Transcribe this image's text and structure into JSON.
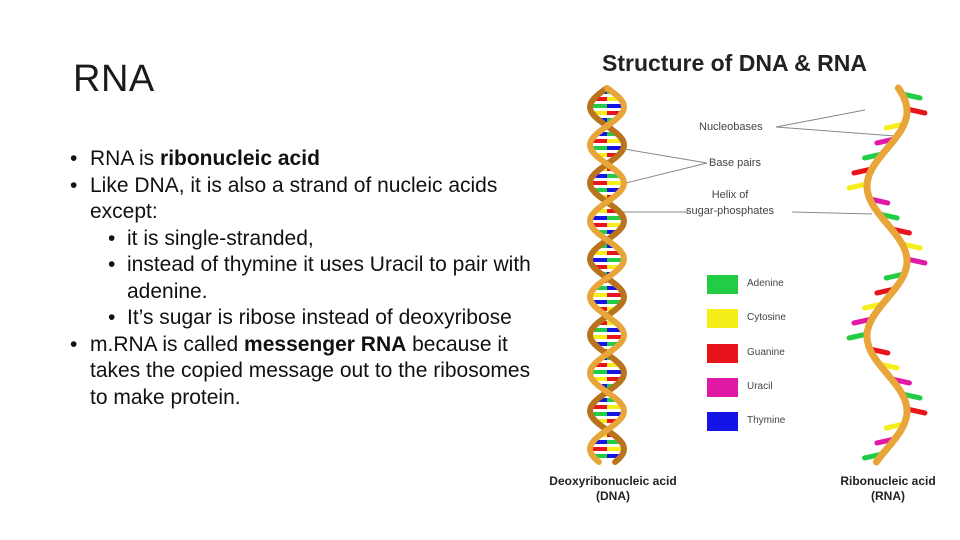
{
  "slide": {
    "title": "RNA",
    "bullets": [
      {
        "pre": "RNA is ",
        "bold": "ribonucleic acid",
        "post": ""
      },
      {
        "text": "Like DNA, it is also a strand of nucleic acids except:"
      },
      {
        "sub": [
          "it is single-stranded,",
          "instead of thymine it uses Uracil to pair with adenine.",
          "It’s sugar is ribose instead of deoxyribose"
        ]
      },
      {
        "pre": "m.RNA is called ",
        "bold": "messenger RNA",
        "post": " because it takes the copied message out to the ribosomes to make protein."
      }
    ],
    "bullet_symbol": "•"
  },
  "figure": {
    "title": "Structure of DNA & RNA",
    "callouts": {
      "nucleobases": "Nucleobases",
      "base_pairs": "Base pairs",
      "helix_line1": "Helix of",
      "helix_line2": "sugar-phosphates"
    },
    "legend": [
      {
        "label": "Adenine",
        "color": "#22cc44"
      },
      {
        "label": "Cytosine",
        "color": "#f5ee1a"
      },
      {
        "label": "Guanine",
        "color": "#e8141c"
      },
      {
        "label": "Uracil",
        "color": "#e01aa6"
      },
      {
        "label": "Thymine",
        "color": "#1414e6"
      }
    ],
    "dna_caption": {
      "line1": "Deoxyribonucleic acid",
      "line2": "(DNA)"
    },
    "rna_caption": {
      "line1": "Ribonucleic acid",
      "line2": "(RNA)"
    },
    "colors": {
      "backbone": "#e8a63a",
      "backbone_dark": "#b9731c"
    }
  }
}
